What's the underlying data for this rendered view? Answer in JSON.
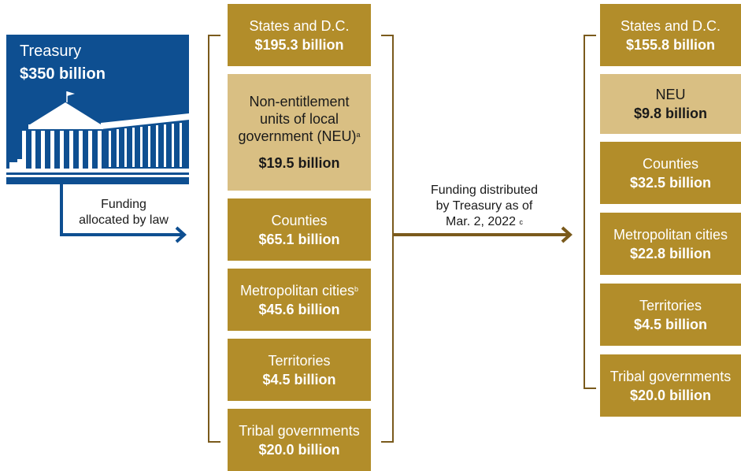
{
  "treasury": {
    "title": "Treasury",
    "amount": "$350 billion"
  },
  "arrow_left_label": [
    "Funding",
    "allocated by law"
  ],
  "arrow_mid_label": [
    "Funding distributed",
    "by Treasury as of",
    "Mar. 2, 2022"
  ],
  "arrow_mid_note": "c",
  "allocated": [
    {
      "name": "States and D.C.",
      "amount": "$195.3 billion"
    },
    {
      "name": "Non-entitlement units of local government (NEU)",
      "note": "a",
      "amount": "$19.5 billion"
    },
    {
      "name": "Counties",
      "amount": "$65.1 billion"
    },
    {
      "name": "Metropolitan cities",
      "note": "b",
      "amount": "$45.6 billion"
    },
    {
      "name": "Territories",
      "amount": "$4.5 billion"
    },
    {
      "name": "Tribal governments",
      "amount": "$20.0 billion"
    }
  ],
  "distributed": [
    {
      "name": "States and D.C.",
      "amount": "$155.8 billion"
    },
    {
      "name": "NEU",
      "amount": "$9.8 billion"
    },
    {
      "name": "Counties",
      "amount": "$32.5 billion"
    },
    {
      "name": "Metropolitan cities",
      "amount": "$22.8 billion"
    },
    {
      "name": "Territories",
      "amount": "$4.5 billion"
    },
    {
      "name": "Tribal governments",
      "amount": "$20.0 billion"
    }
  ],
  "colors": {
    "navy": "#0e4f91",
    "gold": "#b28d2a",
    "light_gold": "#d9bf83",
    "bracket": "#7a5a1c"
  }
}
